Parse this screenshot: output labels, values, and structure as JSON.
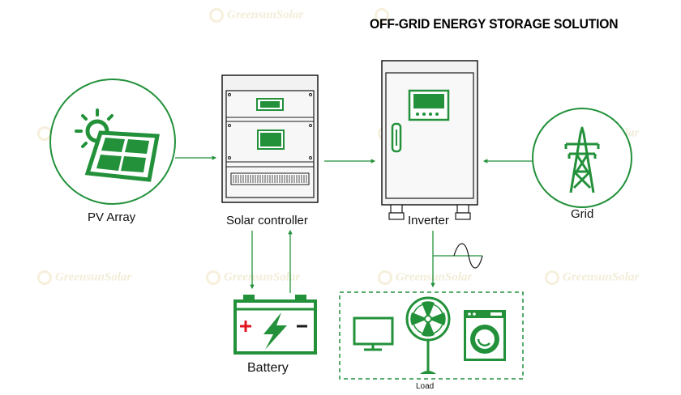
{
  "title": "OFF-GRID ENERGY STORAGE SOLUTION",
  "components": {
    "pv_array": "PV Array",
    "solar_controller": "Solar controller",
    "inverter": "Inverter",
    "grid": "Grid",
    "battery": "Battery",
    "load": "Load"
  },
  "watermark": "GreensunSolar",
  "colors": {
    "accent": "#22913a",
    "outline": "#1a1a1a",
    "panel_fill": "#f4f4f4",
    "watermark": "#e8ddb8"
  },
  "icons": [
    "sun-icon",
    "solar-panel-icon",
    "transmission-tower-icon",
    "battery-icon",
    "lightning-icon",
    "monitor-icon",
    "fan-icon",
    "washing-machine-icon",
    "ac-sine-wave-icon"
  ]
}
